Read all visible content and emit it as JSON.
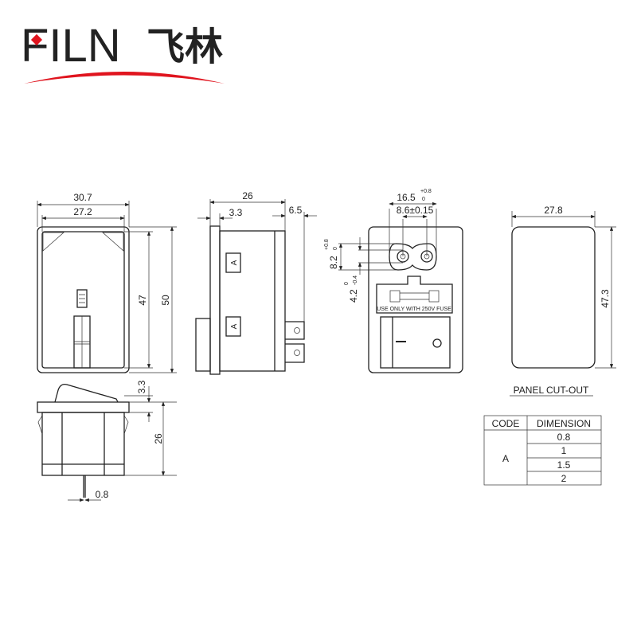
{
  "logo": {
    "text": "FILN",
    "chinese": "飞林",
    "accent_color": "#e0141e"
  },
  "front_view": {
    "width_outer": "30.7",
    "width_inner": "27.2",
    "height_inner": "47",
    "height_outer": "50"
  },
  "side_view": {
    "depth": "26",
    "flange": "3.3",
    "terminal": "6.5",
    "tab_label_top": "A",
    "tab_label_bottom": "A"
  },
  "bottom_view": {
    "rocker_height": "3.3",
    "body_height": "26",
    "pin_width": "0.8"
  },
  "rear_view": {
    "socket_width": "16.5",
    "socket_width_tol_plus": "+0.8",
    "socket_width_tol_minus": "0",
    "pin_spacing": "8.6±0.15",
    "socket_height": "8.2",
    "socket_height_tol_plus": "+0.8",
    "socket_height_tol_minus": "0",
    "pin_offset": "4.2",
    "pin_offset_tol_plus": "0",
    "pin_offset_tol_minus": "-0.4",
    "fuse_text": "USE ONLY WITH 250V FUSE"
  },
  "panel_cutout": {
    "width": "27.8",
    "height": "47.3",
    "label": "PANEL CUT-OUT"
  },
  "table": {
    "headers": [
      "CODE",
      "DIMENSION"
    ],
    "code": "A",
    "dimensions": [
      "0.8",
      "1",
      "1.5",
      "2"
    ]
  }
}
